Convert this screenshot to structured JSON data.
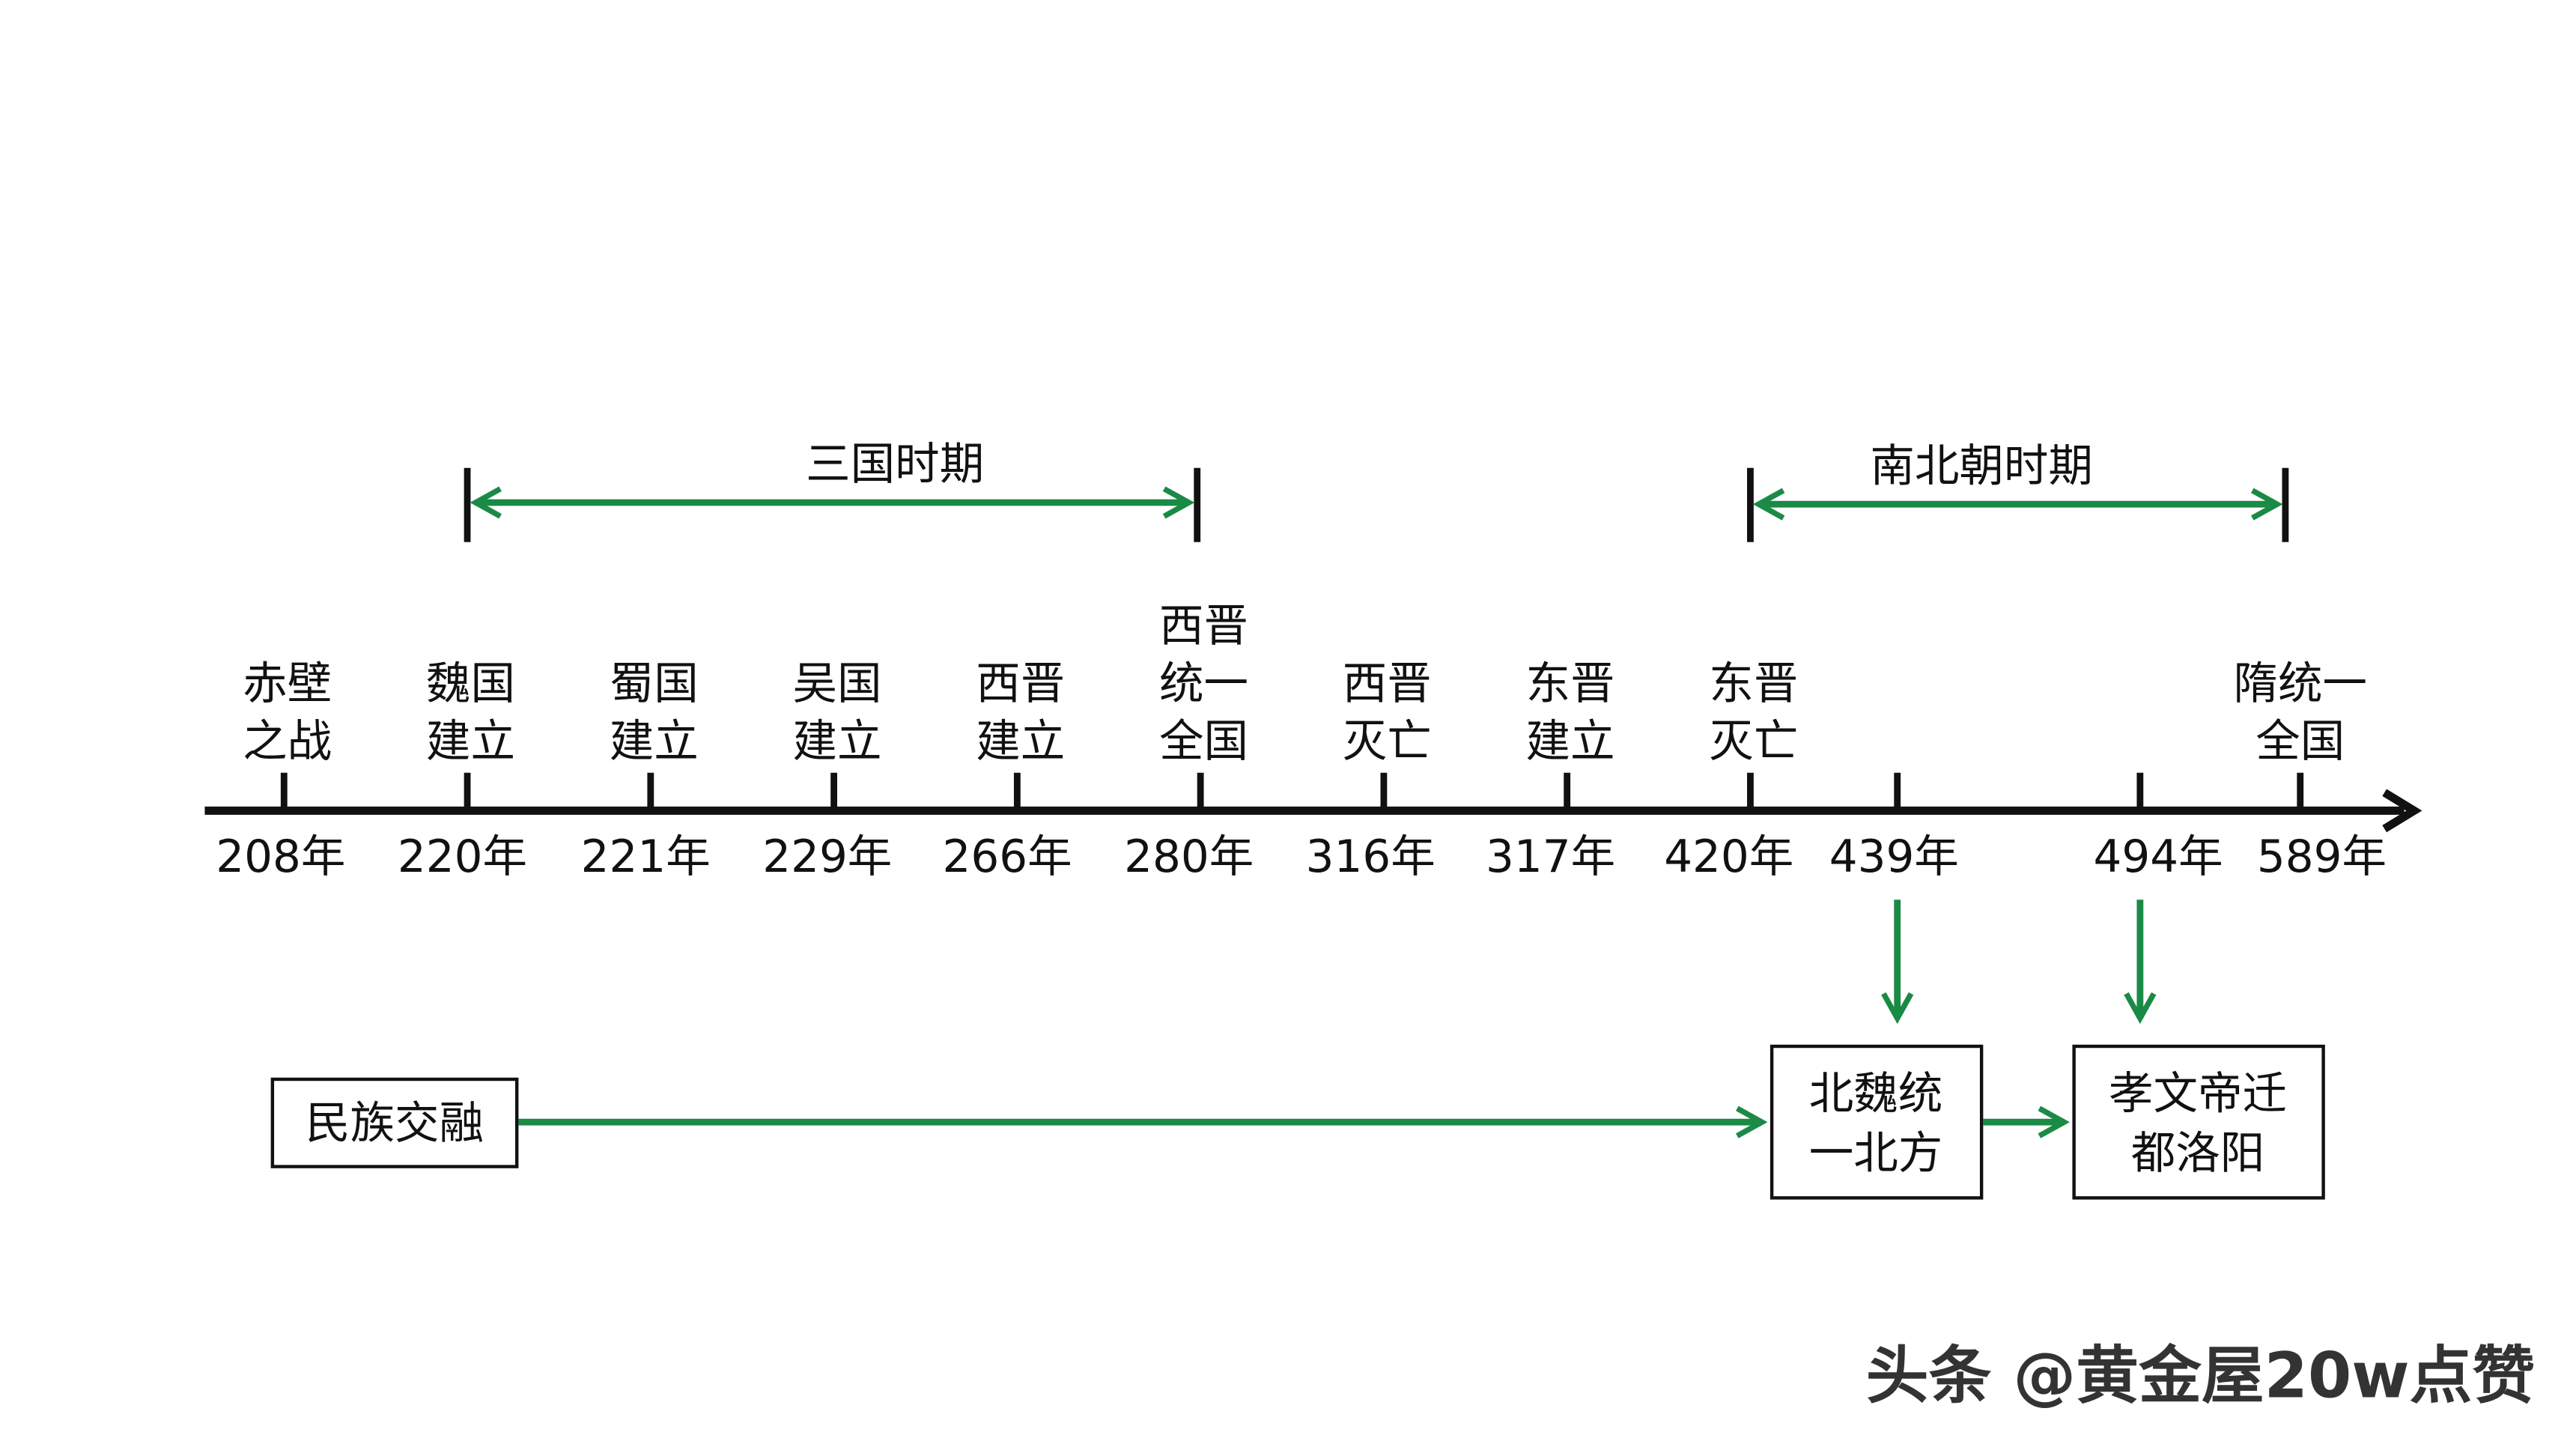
{
  "colors": {
    "accent": "#1a8a45",
    "axis": "#111111"
  },
  "periods": [
    {
      "label": "三国时期",
      "from": "220年",
      "to": "280年"
    },
    {
      "label": "南北朝时期",
      "from": "420年",
      "to": "589年"
    }
  ],
  "events": [
    {
      "year": "208年",
      "lines": [
        "赤壁",
        "之战"
      ]
    },
    {
      "year": "220年",
      "lines": [
        "魏国",
        "建立"
      ]
    },
    {
      "year": "221年",
      "lines": [
        "蜀国",
        "建立"
      ]
    },
    {
      "year": "229年",
      "lines": [
        "吴国",
        "建立"
      ]
    },
    {
      "year": "266年",
      "lines": [
        "西晋",
        "建立"
      ]
    },
    {
      "year": "280年",
      "lines": [
        "西晋",
        "统一",
        "全国"
      ]
    },
    {
      "year": "316年",
      "lines": [
        "西晋",
        "灭亡"
      ]
    },
    {
      "year": "317年",
      "lines": [
        "东晋",
        "建立"
      ]
    },
    {
      "year": "420年",
      "lines": [
        "东晋",
        "灭亡"
      ]
    },
    {
      "year": "439年",
      "lines": []
    },
    {
      "year": "494年",
      "lines": []
    },
    {
      "year": "589年",
      "lines": [
        "隋统一",
        "全国"
      ]
    }
  ],
  "boxes": {
    "fusion": "民族交融",
    "beiwei": [
      "北魏统",
      "一北方"
    ],
    "xiaowen": [
      "孝文帝迁",
      "都洛阳"
    ]
  },
  "watermark": "头条 @黄金屋20w点赞"
}
